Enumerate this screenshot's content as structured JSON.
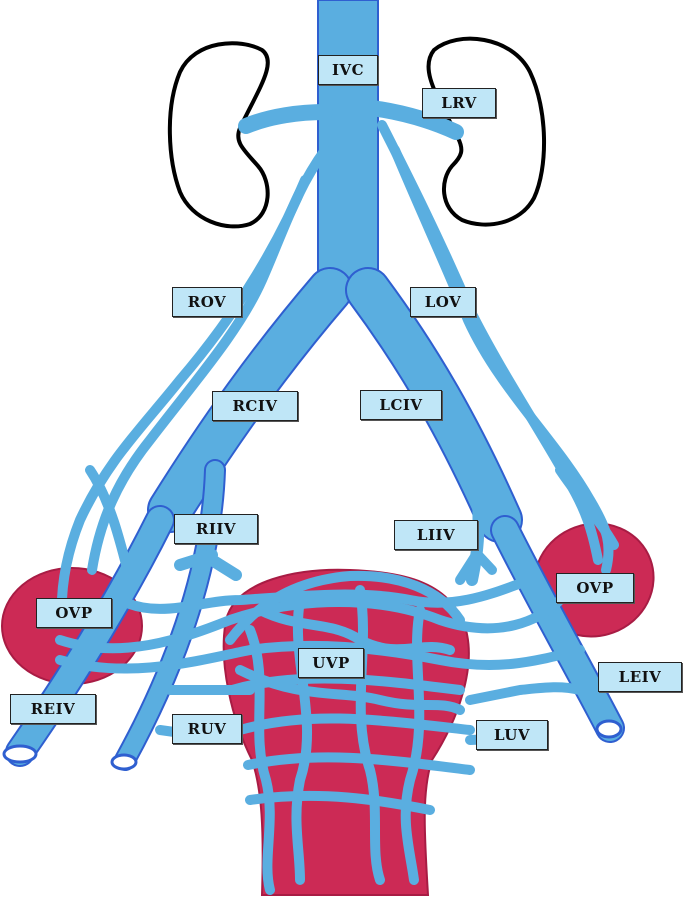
{
  "colors": {
    "vein": "#5aaee0",
    "vein_edge": "#2f5fd0",
    "organ": "#cc2a55",
    "organ_edge": "#a81c44",
    "kidney_outline": "#000000",
    "label_fill": "#bfe6f7"
  },
  "labels": {
    "ivc": "IVC",
    "lrv": "LRV",
    "rov": "ROV",
    "lov": "LOV",
    "rciv": "RCIV",
    "lciv": "LCIV",
    "riiv": "RIIV",
    "liiv": "LIIV",
    "ovp_right": "OVP",
    "ovp_left": "OVP",
    "uvp": "UVP",
    "leiv": "LEIV",
    "reiv": "REIV",
    "ruv": "RUV",
    "luv": "LUV"
  }
}
